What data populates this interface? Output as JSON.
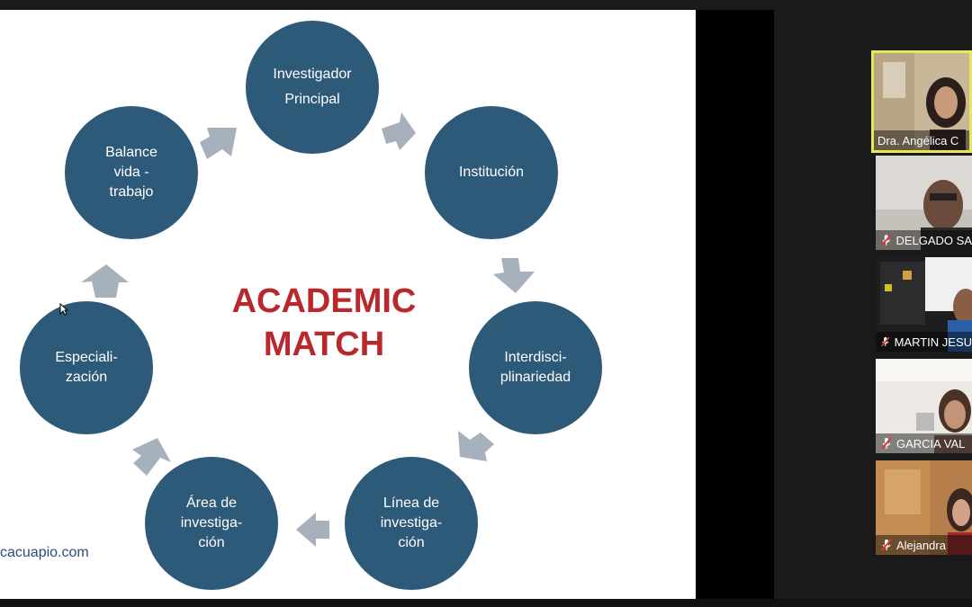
{
  "slide": {
    "title_lines": [
      "ACADEMIC",
      "MATCH"
    ],
    "website": "cacuapio.com",
    "nodes": [
      {
        "lines": [
          "Investigador",
          "Principal"
        ]
      },
      {
        "lines": [
          "Institución"
        ]
      },
      {
        "lines": [
          "Interdisci-",
          "plinariedad"
        ]
      },
      {
        "lines": [
          "Línea de",
          "investiga-",
          "ción"
        ]
      },
      {
        "lines": [
          "Área de",
          "investiga-",
          "ción"
        ]
      },
      {
        "lines": [
          "Especiali-",
          "zación"
        ]
      },
      {
        "lines": [
          "Balance",
          "vida -",
          "trabajo"
        ]
      }
    ],
    "colors": {
      "node": "#2e5a7a",
      "title": "#b9282c",
      "arrow": "#a7b1be"
    }
  },
  "participants": [
    {
      "name": "Dra. Angélica C",
      "active": true,
      "muted": false
    },
    {
      "name": "DELGADO SA",
      "active": false,
      "muted": true
    },
    {
      "name": "MARTIN JESU",
      "active": false,
      "muted": true
    },
    {
      "name": "GARCIA VAL",
      "active": false,
      "muted": true
    },
    {
      "name": "Alejandra",
      "active": false,
      "muted": true
    }
  ],
  "icons": {
    "muted_mic": "mic-off-icon",
    "cursor": "mouse-pointer-icon"
  }
}
